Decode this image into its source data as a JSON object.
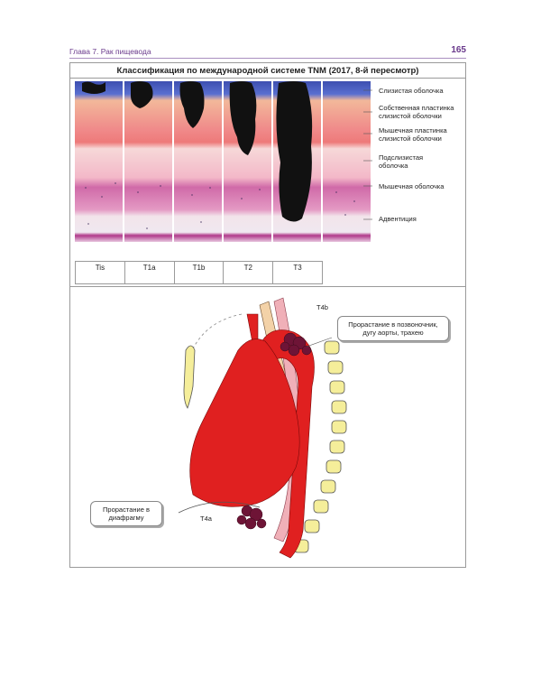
{
  "header": {
    "chapter": "Глава 7. Рак пищевода",
    "page_number": "165"
  },
  "figure": {
    "title": "Классификация по международной системе TNM (2017, 8-й пересмотр)",
    "stages": [
      "Tis",
      "T1a",
      "T1b",
      "T2",
      "T3"
    ],
    "layers": [
      "Слизистая оболочка",
      "Собственная пластинка слизистой оболочки",
      "Мышечная пластинка слизистой оболочки",
      "Подслизистая оболочка",
      "Мышечная оболочка",
      "Адвентиция"
    ],
    "t4b": {
      "tag": "T4b",
      "callout": "Прорастание в позвоночник, дугу аорты, трахею"
    },
    "t4a": {
      "tag": "T4a",
      "callout": "Прорастание в диафрагму"
    }
  },
  "colors": {
    "accent": "#6a3a8c",
    "aorta": "#e02020",
    "tumor": "#6e1436",
    "vertebra": "#f5ee9a",
    "mucosa": "#3d4fb0",
    "lamina": "#f2b89a"
  }
}
